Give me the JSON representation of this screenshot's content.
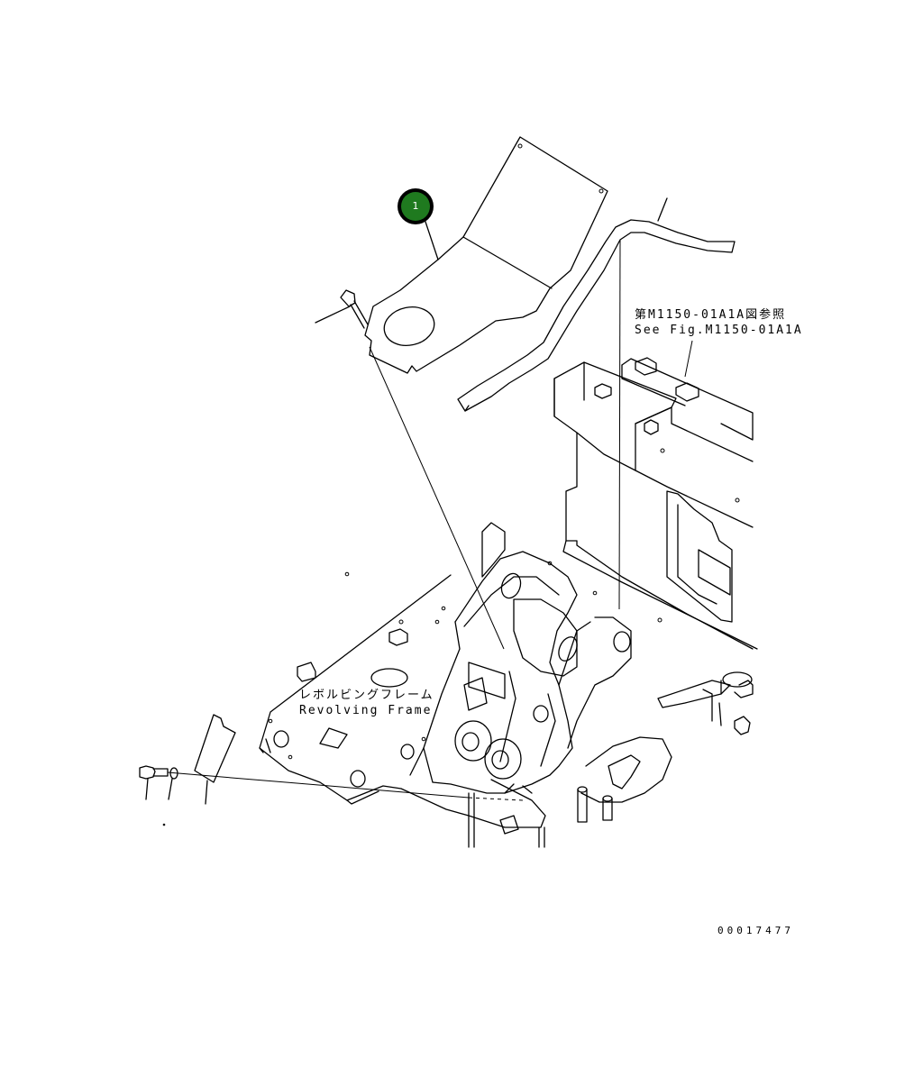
{
  "callout": {
    "number": "1",
    "fill_color": "#1f7a1f",
    "ring_color": "#000000"
  },
  "reference": {
    "line_ja": "第M1150-01A1A図参照",
    "line_en": "See Fig.M1150-01A1A"
  },
  "frame_label": {
    "ja": "レボルビングフレーム",
    "en": "Revolving Frame"
  },
  "drawing_number": "00017477"
}
